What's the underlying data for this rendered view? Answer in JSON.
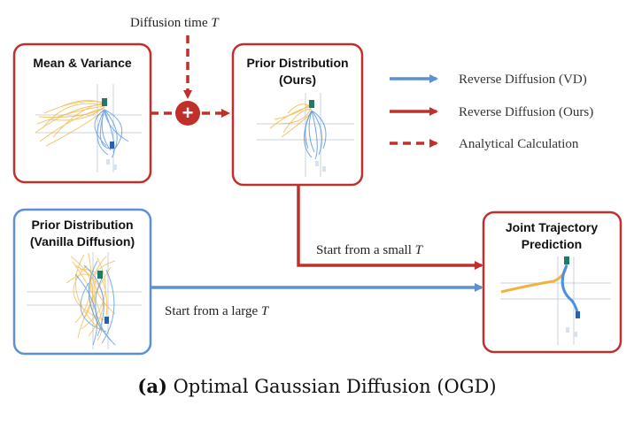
{
  "colors": {
    "red": "#c0302a",
    "blue": "#5b8fd6",
    "yellow_traj": "#f0b43c",
    "blue_traj": "#4a8fe0",
    "vehicle_green": "#1f7a6c",
    "lane": "#c9d3de"
  },
  "diffusion_time": {
    "label": "Diffusion time ",
    "var": "T"
  },
  "plus_symbol": "+",
  "boxes": {
    "mean_variance": {
      "title": "Mean & Variance"
    },
    "prior_ours": {
      "title_line1": "Prior Distribution",
      "title_line2": "(Ours)"
    },
    "prior_vanilla": {
      "title_line1": "Prior Distribution",
      "title_line2": "(Vanilla Diffusion)"
    },
    "joint_prediction": {
      "title_line1": "Joint Trajectory",
      "title_line2": "Prediction"
    }
  },
  "edges": {
    "small_t": {
      "label": "Start from a small ",
      "var": "T"
    },
    "large_t": {
      "label": "Start from a large ",
      "var": "T"
    }
  },
  "legend": [
    {
      "label": "Reverse Diffusion (VD)",
      "style": "solid",
      "color": "#5b8fd6"
    },
    {
      "label": "Reverse Diffusion (Ours)",
      "style": "solid",
      "color": "#c0302a"
    },
    {
      "label": "Analytical Calculation",
      "style": "dashed",
      "color": "#c0302a"
    }
  ],
  "caption": {
    "bold": "(a)",
    "text": " Optimal Gaussian Diffusion (OGD)"
  }
}
